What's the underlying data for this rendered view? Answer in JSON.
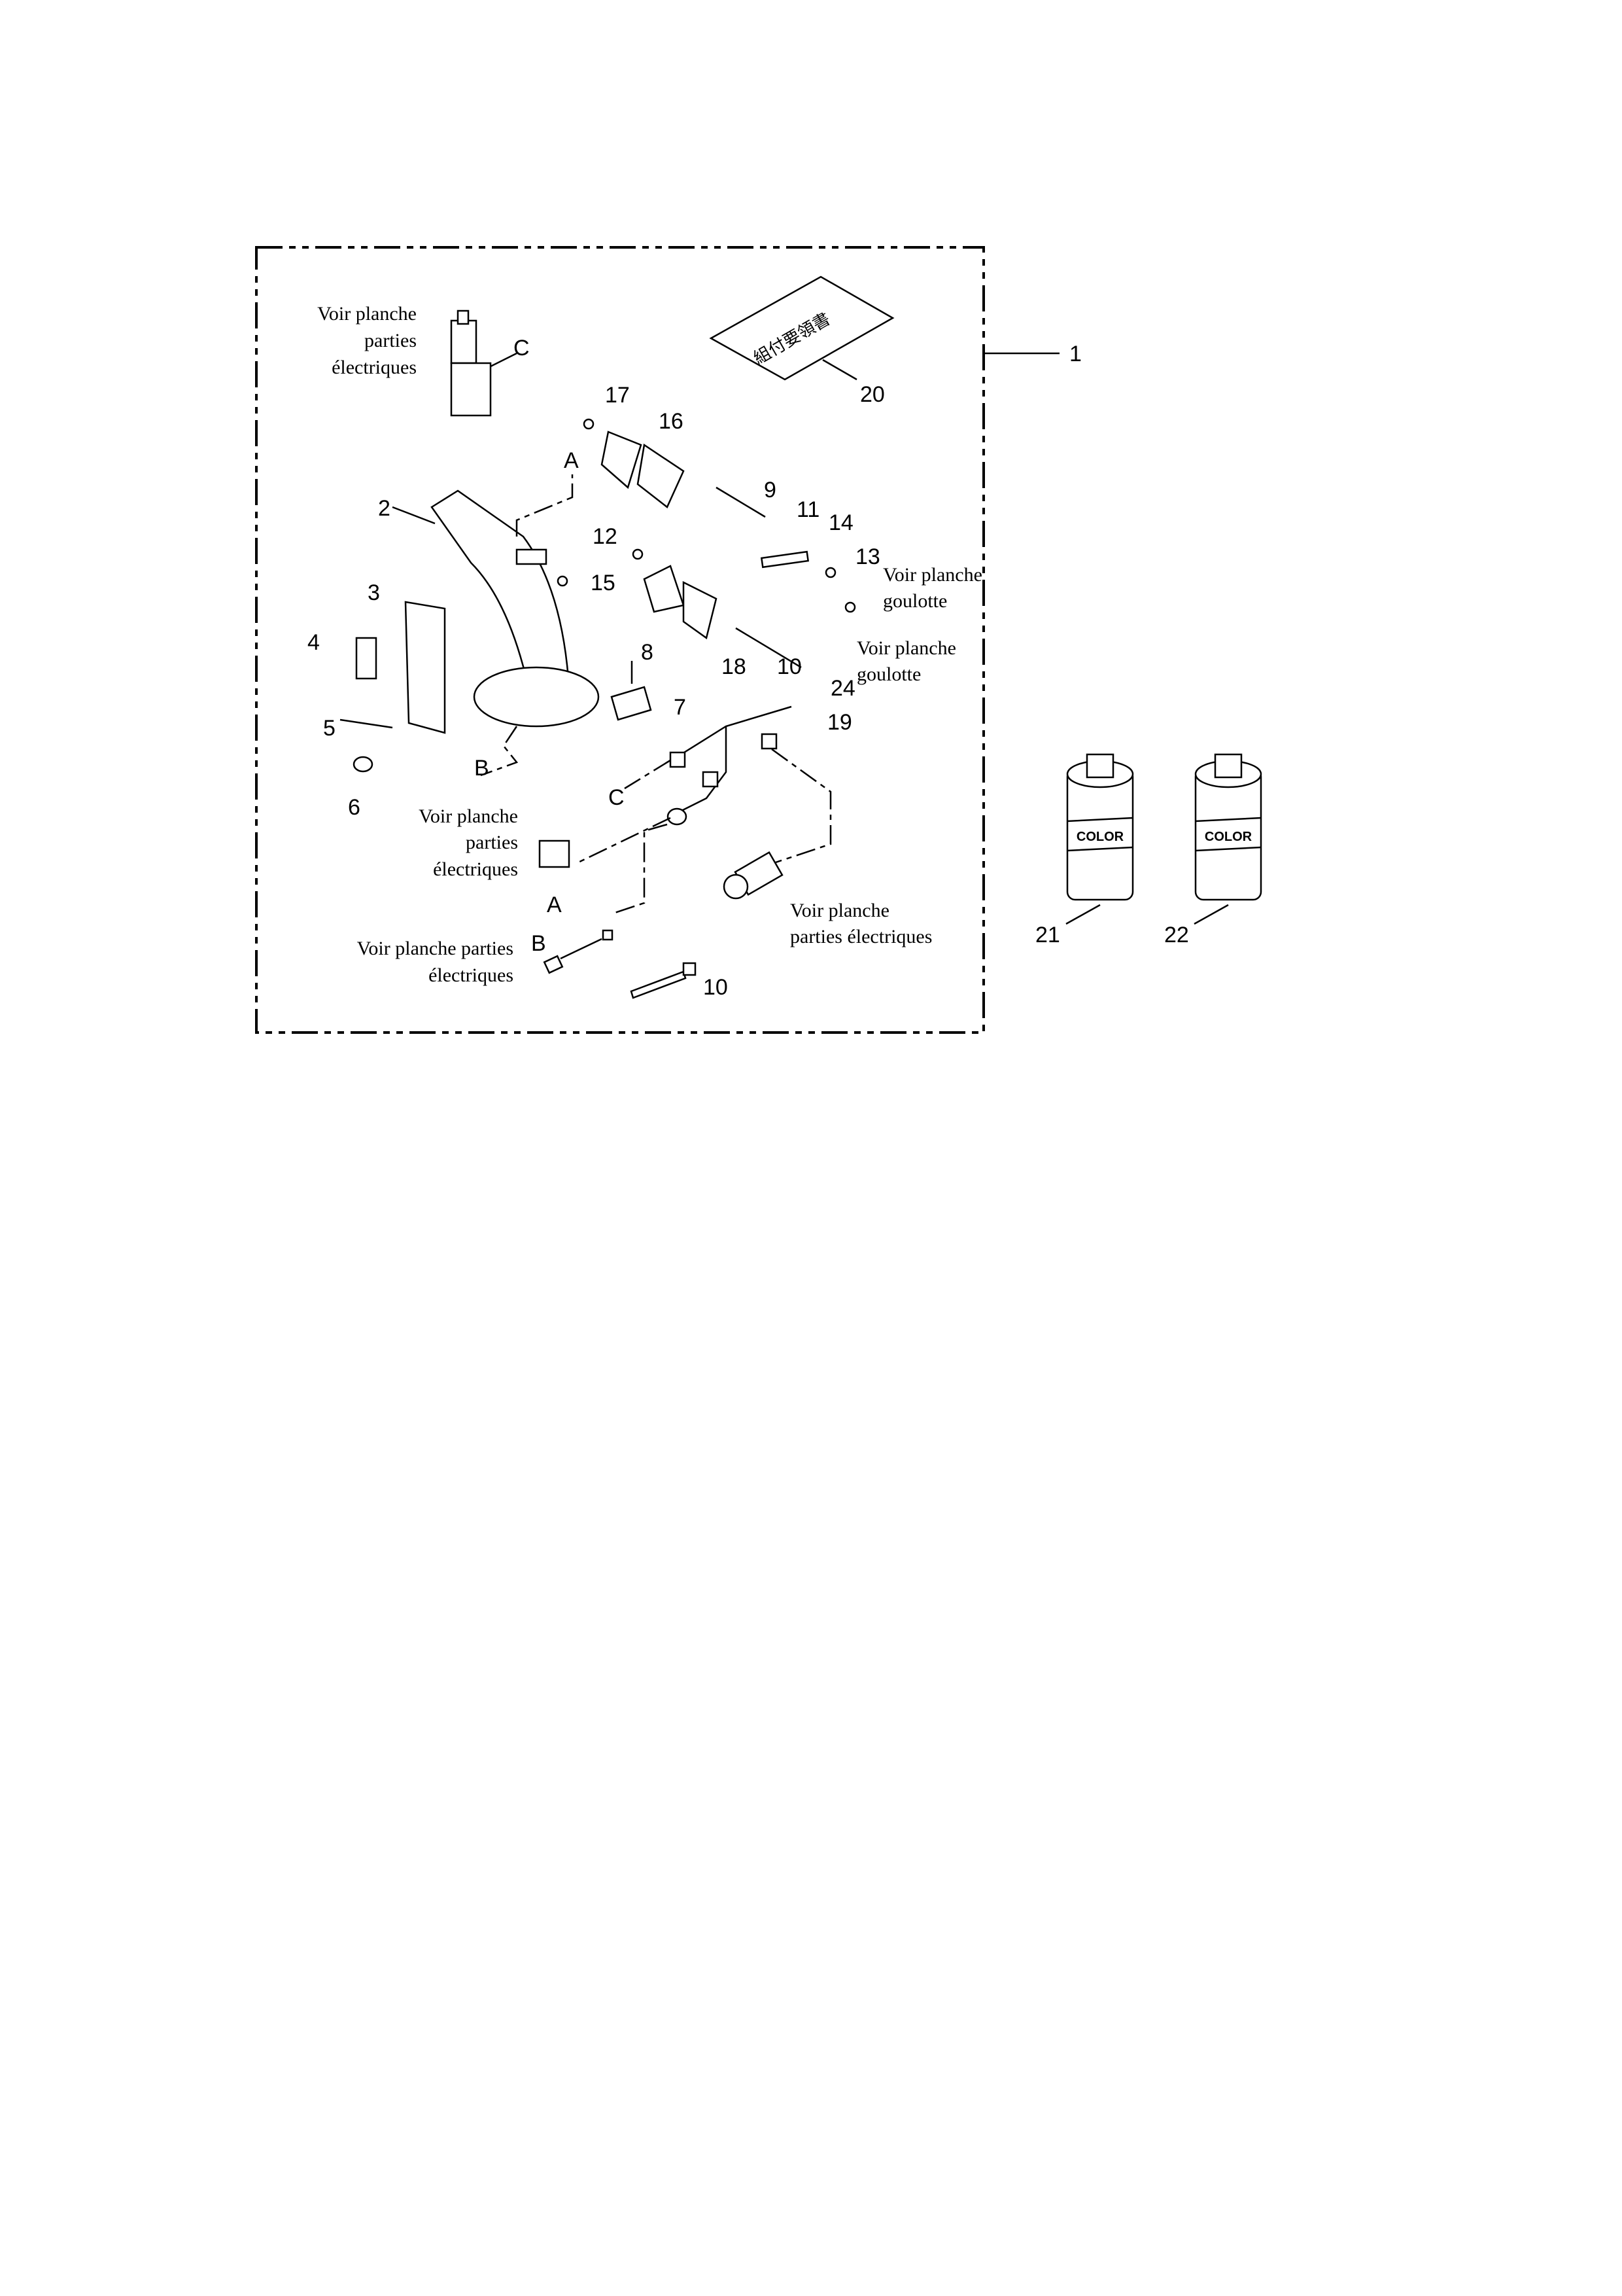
{
  "kit": {
    "assembly_number": "1",
    "instruction_sheet_text": "組付要領書",
    "callouts": [
      "2",
      "3",
      "4",
      "5",
      "6",
      "7",
      "8",
      "9",
      "10",
      "10",
      "11",
      "12",
      "13",
      "14",
      "15",
      "16",
      "17",
      "18",
      "19",
      "20",
      "24"
    ],
    "connectors": [
      "A",
      "A",
      "B",
      "B",
      "C",
      "C"
    ],
    "references": {
      "electrical_top_left": [
        "Voir planche",
        "parties",
        "électriques"
      ],
      "electrical_mid_left": [
        "Voir planche",
        "parties",
        "électriques"
      ],
      "electrical_bottom_left": [
        "Voir planche parties",
        "électriques"
      ],
      "electrical_bottom_right": [
        "Voir planche",
        "parties électriques"
      ],
      "chute_1": [
        "Voir planche",
        "goulotte"
      ],
      "chute_2": [
        "Voir planche",
        "goulotte"
      ]
    }
  },
  "cans": [
    {
      "number": "21",
      "label": "COLOR"
    },
    {
      "number": "22",
      "label": "COLOR"
    }
  ]
}
